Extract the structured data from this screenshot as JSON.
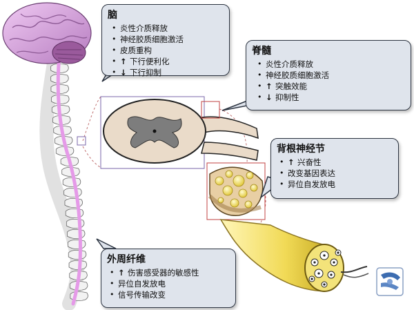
{
  "brain": {
    "title": "脑",
    "items": [
      {
        "text": "炎性介质释放",
        "arrow": ""
      },
      {
        "text": "神经胶质细胞激活",
        "arrow": ""
      },
      {
        "text": "皮质重构",
        "arrow": ""
      },
      {
        "text": "下行便利化",
        "arrow": "↑"
      },
      {
        "text": "下行抑制",
        "arrow": "↓"
      }
    ]
  },
  "spinal_cord": {
    "title": "脊髓",
    "items": [
      {
        "text": "炎性介质释放",
        "arrow": ""
      },
      {
        "text": "神经胶质细胞激活",
        "arrow": ""
      },
      {
        "text": "突触效能",
        "arrow": "↑"
      },
      {
        "text": "抑制性",
        "arrow": "↓"
      }
    ]
  },
  "drg": {
    "title": "背根神经节",
    "items": [
      {
        "text": "兴奋性",
        "arrow": "↑"
      },
      {
        "text": "改变基因表达",
        "arrow": ""
      },
      {
        "text": "异位自发放电",
        "arrow": ""
      }
    ]
  },
  "peripheral": {
    "title": "外周纤维",
    "items": [
      {
        "text": "伤害感受器的敏感性",
        "arrow": "↑"
      },
      {
        "text": "异位自发放电",
        "arrow": ""
      },
      {
        "text": "信号传输改变",
        "arrow": ""
      }
    ]
  },
  "colors": {
    "callout_bg": "#dfe4ec",
    "spinal_path": "#e59ae8",
    "brain": "#c99ad0",
    "cerebellum": "#9a5a9c",
    "bone": "#f2f2f2",
    "nerve": "#f3e37a"
  }
}
